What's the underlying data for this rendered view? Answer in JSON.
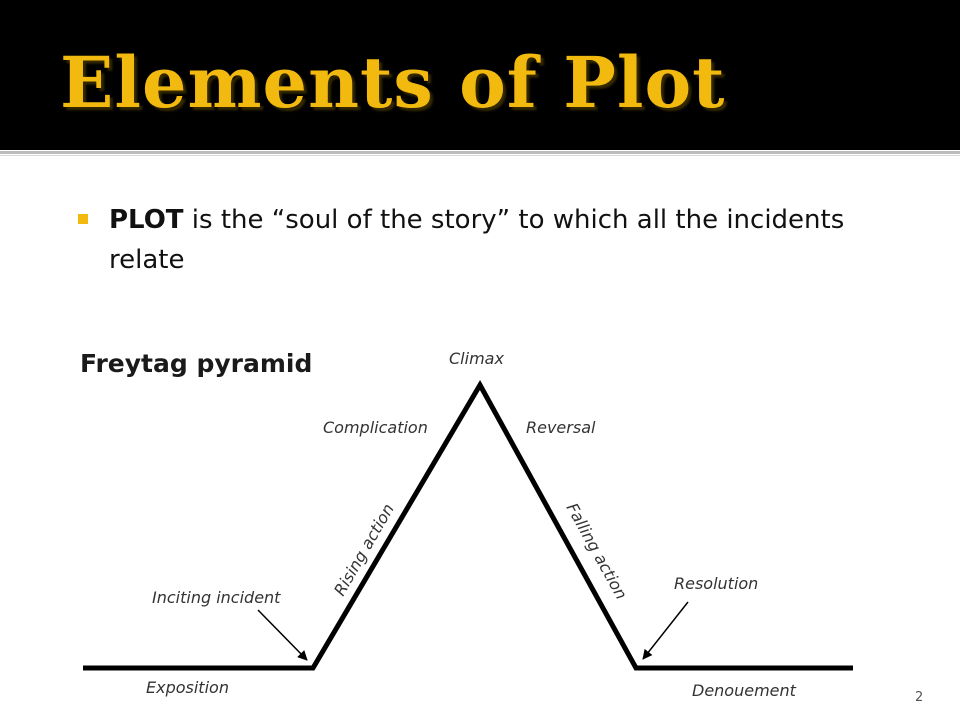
{
  "slide": {
    "title": "Elements of Plot",
    "page_number": "2",
    "accent_color": "#f2b90f",
    "header_background": "#000000"
  },
  "bullet": {
    "icon": "square-bullet-icon",
    "term": "PLOT",
    "text": " is the “soul of the story” to which all the incidents relate"
  },
  "diagram": {
    "heading": "Freytag pyramid",
    "labels": {
      "climax": "Climax",
      "complication": "Complication",
      "reversal": "Reversal",
      "rising_action": "Rising action",
      "falling_action": "Falling action",
      "inciting_incident": "Inciting incident",
      "resolution": "Resolution",
      "exposition": "Exposition",
      "denouement": "Denouement"
    }
  }
}
